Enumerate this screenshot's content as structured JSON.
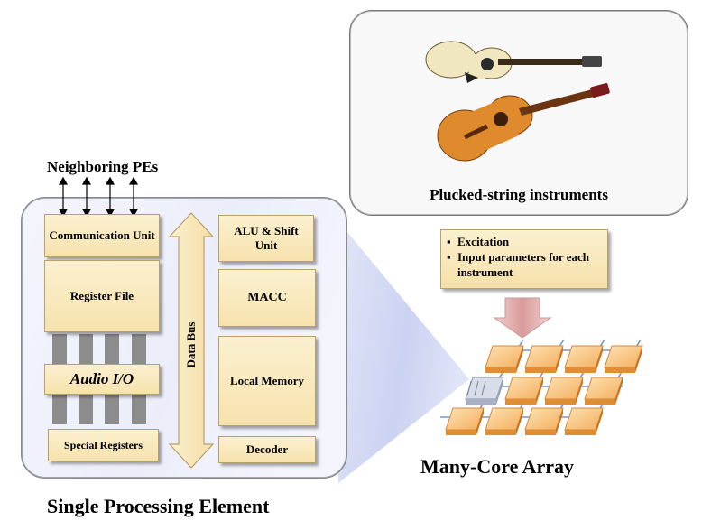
{
  "pe": {
    "neighbor_label": "Neighboring PEs",
    "title": "Single Processing Element",
    "blocks": {
      "comm": "Communication Unit",
      "regfile": "Register File",
      "audio": "Audio I/O",
      "special": "Special Registers",
      "alu": "ALU & Shift Unit",
      "macc": "MACC",
      "localmem": "Local Memory",
      "decoder": "Decoder"
    },
    "bus_label": "Data Bus"
  },
  "instruments": {
    "caption": "Plucked-string instruments"
  },
  "input_box": {
    "items": [
      "Excitation",
      "Input parameters for each instrument"
    ]
  },
  "array": {
    "title": "Many-Core Array"
  },
  "colors": {
    "block_fill": "#f9e8bb",
    "callout": "#c9cff0",
    "down_arrow": "#e6b7b7",
    "core": "#f5b567",
    "grid_line": "#7b93c9"
  }
}
